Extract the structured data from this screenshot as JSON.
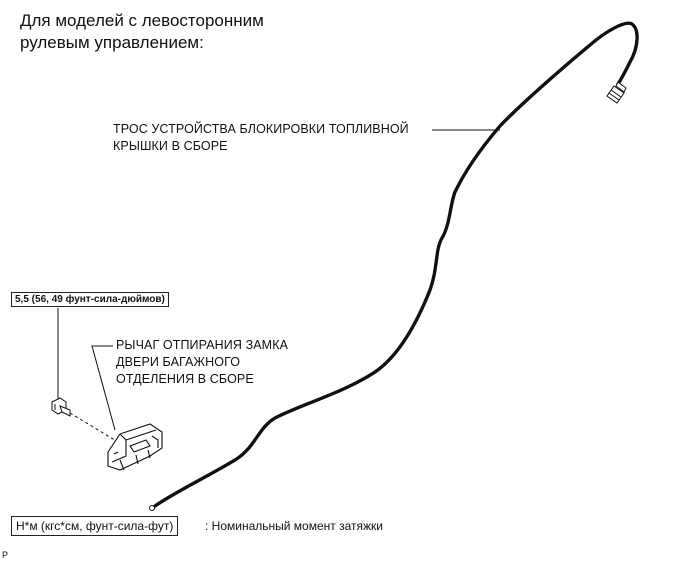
{
  "header": {
    "title": "Для моделей с левосторонним\nрулевым управлением:"
  },
  "callouts": {
    "cable": "ТРОС УСТРОЙСТВА БЛОКИРОВКИ ТОПЛИВНОЙ\nКРЫШКИ В СБОРЕ",
    "lever": "РЫЧАГ ОТПИРАНИЯ ЗАМКА\nДВЕРИ БАГАЖНОГО\nОТДЕЛЕНИЯ В СБОРЕ",
    "torque": "5,5 (56, 49 фунт-сила-дюймов)"
  },
  "legend": {
    "box": "Н*м (кгс*см, фунт-сила-фут)",
    "text": ": Номинальный момент затяжки"
  },
  "figure_code": "P"
}
